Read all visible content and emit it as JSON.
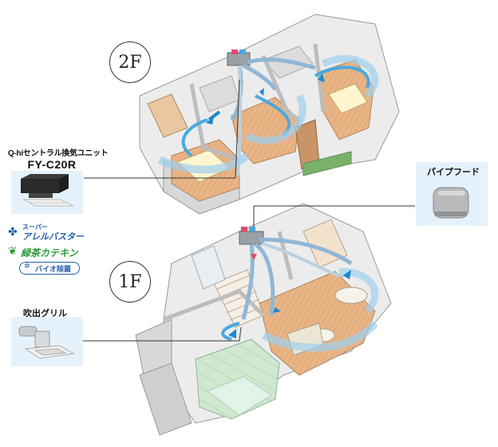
{
  "floors": {
    "upper": "2F",
    "lower": "1F"
  },
  "products": {
    "ventilation_unit": {
      "title": "Q-hiセントラル換気ユニット",
      "model": "FY-C20R"
    },
    "exhaust_grille": {
      "title": "吹出グリル"
    },
    "pipe_hood": {
      "title": "パイプフード"
    }
  },
  "brands": {
    "super": "スーパー",
    "allerbuster": "アレルバスター",
    "green_tea": "緑茶カテキン",
    "bio": "バイオ除菌"
  },
  "colors": {
    "panel_bg": "#e6f2fb",
    "airflow": "#4aa8e0",
    "brand_blue": "#1f5ea8",
    "brand_green": "#2f9a3a",
    "wood": "#e8b98a",
    "wall": "#f4f4f4"
  }
}
